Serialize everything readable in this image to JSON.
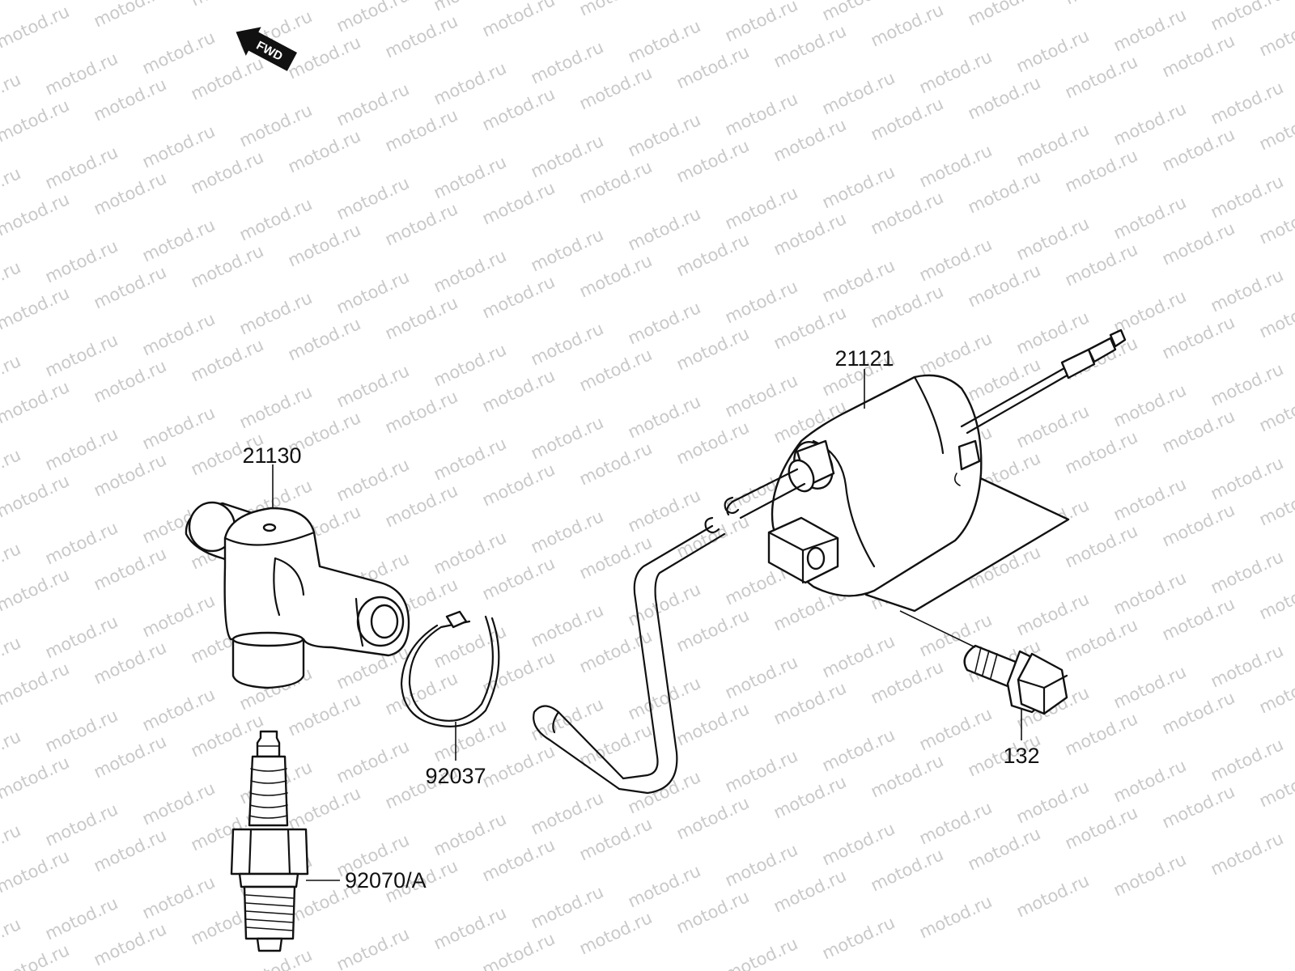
{
  "watermark": {
    "text": "motod.ru",
    "color": "#c9c9c9"
  },
  "direction_arrow": {
    "label": "FWD",
    "icon": "forward-arrow-icon"
  },
  "parts": [
    {
      "id": "ignition-coil",
      "number": "21121"
    },
    {
      "id": "plug-cap",
      "number": "21130"
    },
    {
      "id": "band-clamp",
      "number": "92037"
    },
    {
      "id": "bolt",
      "number": "132"
    },
    {
      "id": "spark-plug",
      "number": "92070/A"
    }
  ],
  "colors": {
    "line": "#111111",
    "background": "#ffffff"
  }
}
